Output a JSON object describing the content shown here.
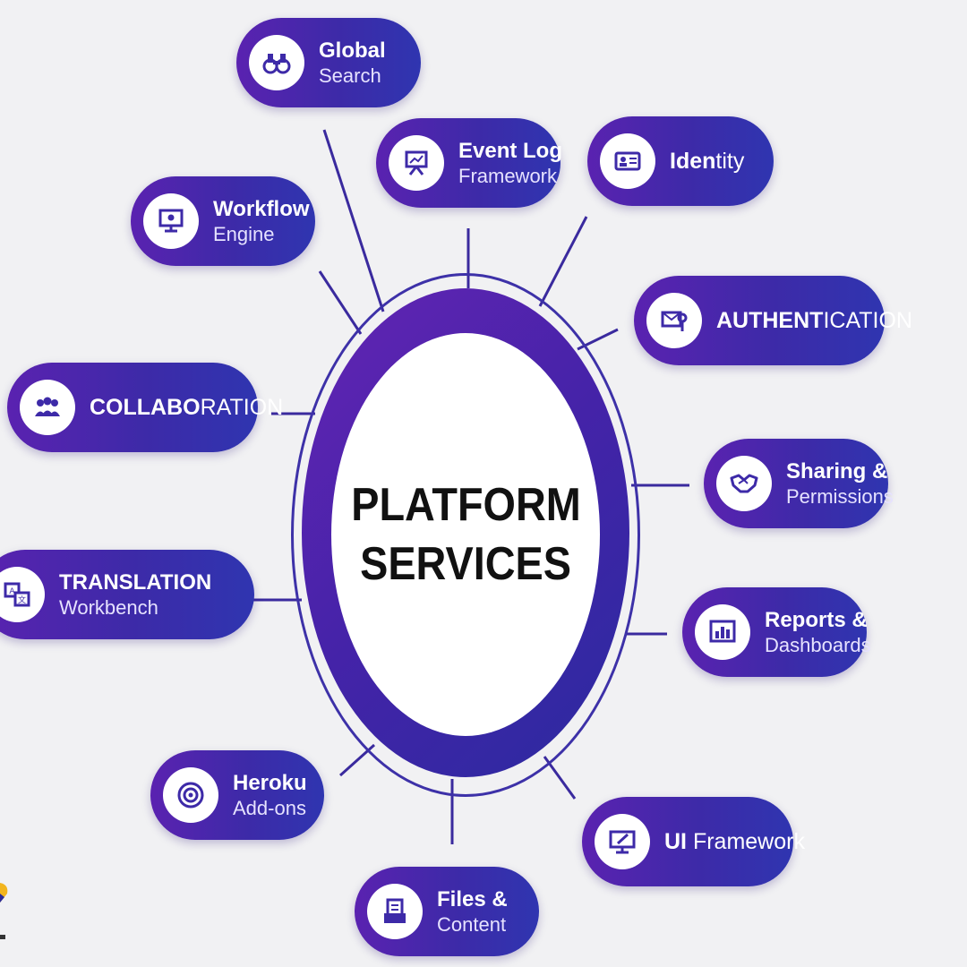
{
  "hub": {
    "line1": "PLATFORM",
    "line2": "SERVICES"
  },
  "services": {
    "global_search": {
      "line1": "Global",
      "line2": "Search",
      "icon": "binoculars-icon"
    },
    "event_log": {
      "line1": "Event Log",
      "line2": "Framework",
      "icon": "presentation-board-icon"
    },
    "identity": {
      "bold": "Iden",
      "rest": "tity",
      "icon": "id-card-icon"
    },
    "workflow": {
      "line1": "Workflow",
      "line2": "Engine",
      "icon": "monitor-workflow-icon"
    },
    "authentication": {
      "bold": "AUTHENT",
      "rest": "ICATION",
      "icon": "key-lock-icon"
    },
    "collaboration": {
      "bold": "COLLABO",
      "rest": "RATION",
      "icon": "people-group-icon"
    },
    "sharing": {
      "line1": "Sharing &",
      "line2": "Permissions",
      "icon": "handshake-icon"
    },
    "translation": {
      "line1": "TRANSLATION",
      "line2": "Workbench",
      "icon": "translate-icon"
    },
    "reports": {
      "line1": "Reports &",
      "line2": "Dashboards",
      "icon": "bar-chart-icon"
    },
    "heroku": {
      "line1": "Heroku",
      "line2": "Add-ons",
      "icon": "target-circle-icon"
    },
    "ui_framework": {
      "bold": "UI",
      "rest": " Framework",
      "icon": "monitor-edit-icon"
    },
    "files": {
      "line1": "Files &",
      "line2": "Content",
      "icon": "files-folder-icon"
    }
  },
  "colors": {
    "pill_start": "#5a22b0",
    "pill_end": "#2f35b0",
    "icon_stroke": "#3d2aa8",
    "connector": "#3a2a9e"
  }
}
